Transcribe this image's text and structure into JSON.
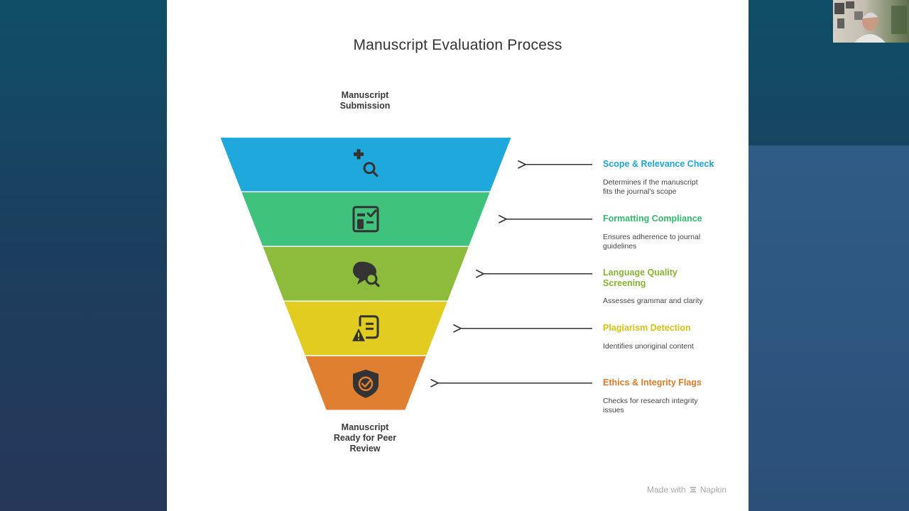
{
  "title": "Manuscript Evaluation Process",
  "top_label": "Manuscript\nSubmission",
  "bottom_label": "Manuscript\nReady for Peer\nReview",
  "steps": [
    {
      "title": "Scope & Relevance Check",
      "desc": "Determines if the manuscript\nfits the journal's scope",
      "color": "#1fa8db",
      "text_color": "#1ea6d6",
      "icon": "search-plus-icon"
    },
    {
      "title": "Formatting Compliance",
      "desc": "Ensures adherence to journal\nguidelines",
      "color": "#3ec27c",
      "text_color": "#33b86f",
      "icon": "checklist-document-icon"
    },
    {
      "title": "Language Quality\nScreening",
      "desc": "Assesses grammar and clarity",
      "color": "#8dbb3c",
      "text_color": "#86b433",
      "icon": "chat-search-icon"
    },
    {
      "title": "Plagiarism Detection",
      "desc": "Identifies unoriginal content",
      "color": "#e1cc1f",
      "text_color": "#d9c112",
      "icon": "document-warning-icon"
    },
    {
      "title": "Ethics & Integrity Flags",
      "desc": "Checks for research integrity\nissues",
      "color": "#e07f2f",
      "text_color": "#de7b28",
      "icon": "shield-check-icon"
    }
  ],
  "watermark": {
    "prefix": "Made with",
    "brand": "Napkin"
  }
}
